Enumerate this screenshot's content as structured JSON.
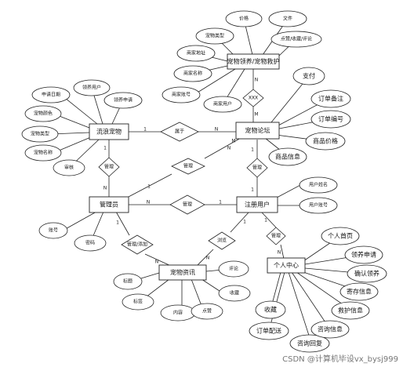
{
  "entities": {
    "pet_adoption": "宠物领养/宠物救护",
    "stray_pet": "流浪宠物",
    "pet_forum": "宠物论坛",
    "admin": "管理员",
    "registered_user": "注册用户",
    "pet_info": "宠物资讯",
    "personal_center": "个人中心"
  },
  "relations": {
    "r_forum_adopt": "XXX",
    "r_stray_forum": "属于",
    "r_admin_stray": "管理",
    "r_admin_forum": "管理",
    "r_user_forum": "管理",
    "r_admin_user": "管理",
    "r_admin_info": "管理/添加",
    "r_user_info": "浏览",
    "r_user_center": "管理"
  },
  "cardinalities": {
    "c1": "N",
    "c2": "M",
    "c3": "1",
    "c4": "N",
    "c5": "1",
    "c6": "N",
    "c7": "1",
    "c8": "N",
    "c9": "1",
    "c10": "1",
    "c11": "N",
    "c12": "1",
    "c13": "1",
    "c14": "N",
    "c15": "1",
    "c16": "N",
    "c17": "1",
    "c18": "N",
    "c19": "M"
  },
  "attributes": {
    "adopt_price": "价格",
    "adopt_file": "文件",
    "adopt_type": "宠物类型",
    "adopt_collect": "点赞/收藏/评论",
    "adopt_address": "商家地址",
    "adopt_shopname": "商家名称",
    "adopt_shopacct": "商家账号",
    "adopt_user": "商家用户",
    "stray_date": "申请日期",
    "stray_user": "领养用户",
    "stray_apply": "领养申请",
    "stray_color": "宠物颜色",
    "stray_type": "宠物类型",
    "stray_name": "宠物名称",
    "stray_audit": "审核",
    "forum_pay": "支付",
    "forum_remark": "订单备注",
    "forum_orderno": "订单编号",
    "forum_price": "商品价格",
    "forum_goods": "商品信息",
    "user_name": "用户姓名",
    "user_acct": "用户账号",
    "admin_acct": "账号",
    "admin_pwd": "密码",
    "info_title": "标题",
    "info_comment": "评论",
    "info_tag": "标签",
    "info_collect": "收藏",
    "info_content": "内容",
    "info_like": "点赞",
    "pc_home": "个人首页",
    "pc_adopt_apply": "领养申请",
    "pc_confirm": "确认领养",
    "pc_info": "寄存信息",
    "pc_rescue": "救护信息",
    "pc_collect": "收藏",
    "pc_order": "订单配送",
    "pc_reply": "咨询回复",
    "pc_consult": "咨询信息"
  },
  "watermark": "CSDN @计算机毕设vx_bysj999"
}
